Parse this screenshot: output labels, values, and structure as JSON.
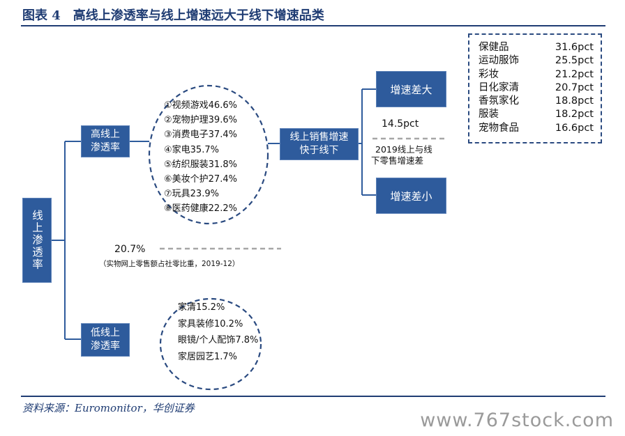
{
  "header": {
    "title": "图表 4　高线上渗透率与线上增速远大于线下增速品类"
  },
  "main": {
    "root_label": "线上渗透率",
    "high_label_line1": "高线上",
    "high_label_line2": "渗透率",
    "low_label_line1": "低线上",
    "low_label_line2": "渗透率",
    "high_items": [
      "①视频游戏46.6%",
      "②宠物护理39.6%",
      "③消费电子37.4%",
      "④家电35.7%",
      "⑤纺织服装31.8%",
      "⑥美妆个护27.4%",
      "⑦玩具23.9%",
      "⑧医药健康22.2%"
    ],
    "low_items": [
      "家清15.2%",
      "家具装修10.2%",
      "眼镜/个人配饰7.8%",
      "家居园艺1.7%"
    ],
    "threshold_value": "20.7%",
    "threshold_note": "（实物网上零售额占社零比重，2019-12）",
    "growth_line1": "线上销售增速",
    "growth_line2": "快于线下",
    "growth_big": "增速差大",
    "growth_small": "增速差小",
    "growth_threshold_value": "14.5pct",
    "growth_threshold_note_line1": "2019线上与线",
    "growth_threshold_note_line2": "下零售增速差",
    "growth_items": [
      {
        "name": "保健品",
        "value": "31.6pct"
      },
      {
        "name": "运动服饰",
        "value": "25.5pct"
      },
      {
        "name": "彩妆",
        "value": "21.2pct"
      },
      {
        "name": "日化家清",
        "value": "20.7pct"
      },
      {
        "name": "香氛家化",
        "value": "18.8pct"
      },
      {
        "name": "服装",
        "value": "18.2pct"
      },
      {
        "name": "宠物食品",
        "value": "16.6pct"
      }
    ]
  },
  "footer": {
    "source": "资料来源：Euromonitor，华创证券",
    "watermark": "www.767stock.com"
  },
  "colors": {
    "brand": "#1f3c73",
    "box": "#2e5b9c",
    "dashed_circle": "#2a4a80",
    "threshold_line": "#a6a6a6"
  }
}
